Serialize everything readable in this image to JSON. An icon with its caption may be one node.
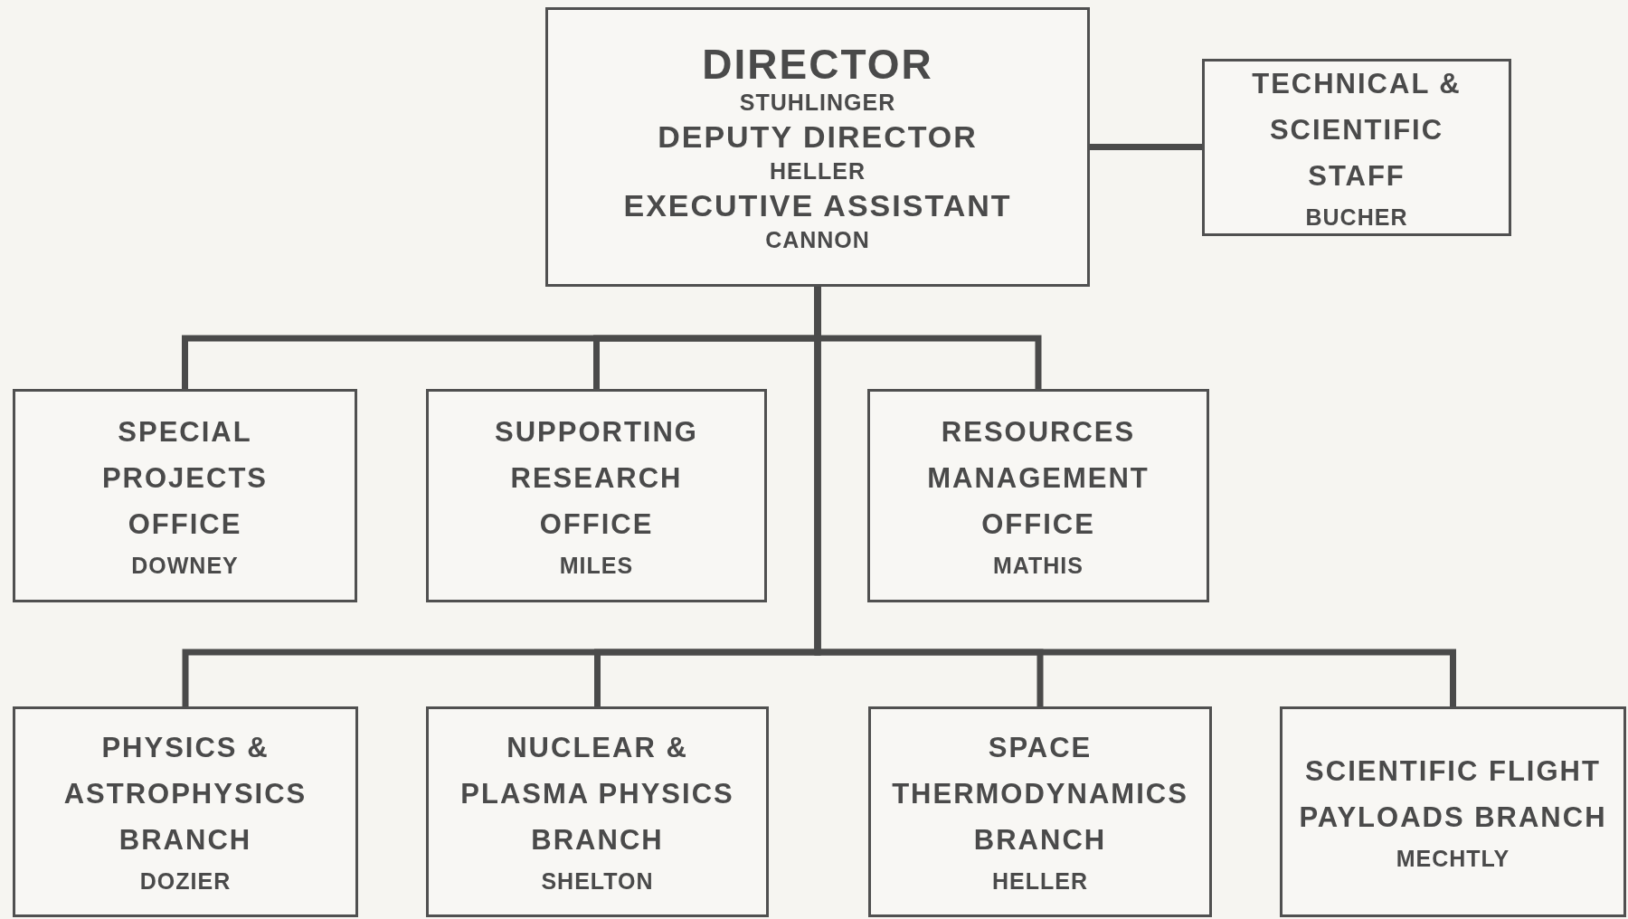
{
  "diagram": {
    "nodes": [
      {
        "text": [
          "DIRECTOR",
          "STUHLINGER",
          "DEPUTY DIRECTOR",
          "HELLER",
          "EXECUTIVE ASSISTANT",
          "CANNON"
        ]
      },
      {
        "text": [
          "TECHNICAL & SCIENTIFIC STAFF",
          "BUCHER"
        ]
      },
      {
        "text": [
          "SPECIAL PROJECTS OFFICE",
          "DOWNEY"
        ]
      },
      {
        "text": [
          "SUPPORTING RESEARCH OFFICE",
          "MILES"
        ]
      },
      {
        "text": [
          "RESOURCES MANAGEMENT OFFICE",
          "MATHIS"
        ]
      },
      {
        "text": [
          "PHYSICS & ASTROPHYSICS BRANCH",
          "DOZIER"
        ]
      },
      {
        "text": [
          "NUCLEAR & PLASMA PHYSICS BRANCH",
          "SHELTON"
        ]
      },
      {
        "text": [
          "SPACE THERMODYNAMICS BRANCH",
          "HELLER"
        ]
      },
      {
        "text": [
          "SCIENTIFIC FLIGHT PAYLOADS BRANCH",
          "MECHTLY"
        ]
      }
    ],
    "edges": [
      {
        "from": 0,
        "to": 1,
        "arrow": "none"
      },
      {
        "from": 0,
        "to": 2,
        "arrow": "none"
      },
      {
        "from": 0,
        "to": 3,
        "arrow": "none"
      },
      {
        "from": 0,
        "to": 4,
        "arrow": "none"
      },
      {
        "from": 0,
        "to": 5,
        "arrow": "none"
      },
      {
        "from": 0,
        "to": 6,
        "arrow": "none"
      },
      {
        "from": 0,
        "to": 7,
        "arrow": "none"
      },
      {
        "from": 0,
        "to": 8,
        "arrow": "none"
      }
    ]
  }
}
